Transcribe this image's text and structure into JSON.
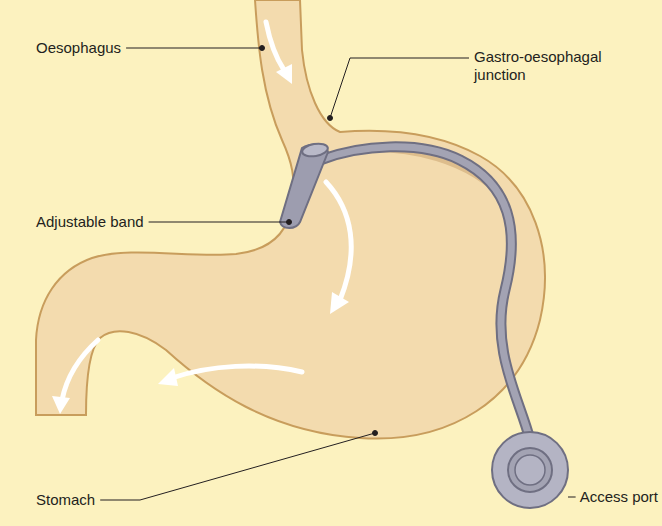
{
  "diagram": {
    "labels": [
      "Oesophagus",
      "Gastro-oesophagal junction",
      "Adjustable band",
      "Stomach",
      "Access port"
    ]
  }
}
